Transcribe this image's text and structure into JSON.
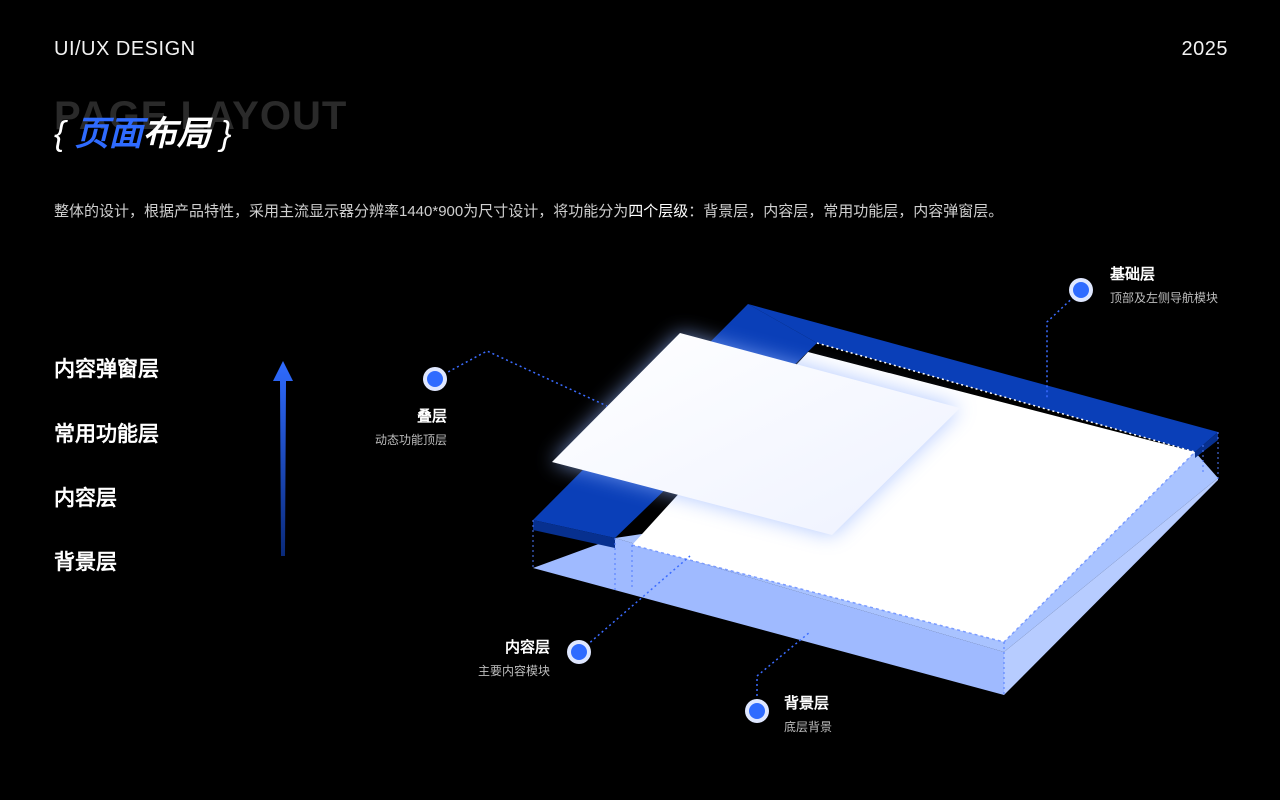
{
  "header": {
    "brand": "UI/UX DESIGN",
    "year": "2025"
  },
  "title": {
    "background": "PAGE LAYOUT",
    "brace_open": "{",
    "highlight": "页面",
    "rest": "布局",
    "brace_close": "}"
  },
  "description": {
    "prefix": "整体的设计，根据产品特性，采用主流显示器分辨率1440*900为尺寸设计，将功能分为",
    "emphasis": "四个层级",
    "suffix": "：背景层，内容层，常用功能层，内容弹窗层。"
  },
  "levels": [
    "内容弹窗层",
    "常用功能层",
    "内容层",
    "背景层"
  ],
  "callouts": {
    "overlay": {
      "title": "叠层",
      "sub": "动态功能顶层"
    },
    "base": {
      "title": "基础层",
      "sub": "顶部及左侧导航模块"
    },
    "content": {
      "title": "内容层",
      "sub": "主要内容模块"
    },
    "background": {
      "title": "背景层",
      "sub": "底层背景"
    }
  },
  "colors": {
    "accent": "#2f6bff",
    "frame": "#0a3fb8",
    "background_layer": "#a9c3ff",
    "card": "#ffffff"
  }
}
